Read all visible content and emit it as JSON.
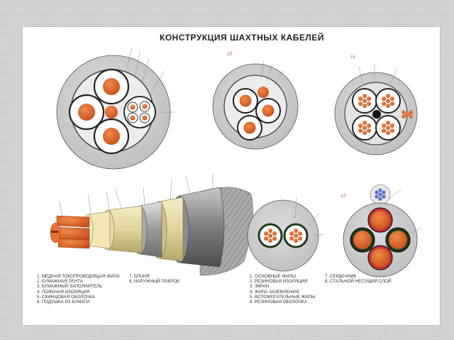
{
  "title": "КОНСТРУКЦИЯ  ШАХТНЫХ  КАБЕЛЕЙ",
  "figures": {
    "fig_b": "1б",
    "fig_g": "1г",
    "fig_v": "1в",
    "fig_d": "1д"
  },
  "legend_left_a": [
    "1. МЕДНАЯ ТОКОПРОВОДЯЩАЯ ЖИЛА",
    "2. БУМАЖНАЯ ЛЕНТА",
    "3. БУМАЖНЫЙ ЗАПОЛНИТЕЛЬ",
    "4. ПОЯСНАЯ ИЗОЛЯЦИЯ",
    "5. СВИНЦОВАЯ ОБОЛОЧКА",
    "6. ПОДУШКА ИЗ БУМАГИ"
  ],
  "legend_left_b": [
    "7. БРОНЯ",
    "8. НАРУЖНЫЙ ПОКРОВ"
  ],
  "legend_right_a": [
    "1. ОСНОВНЫЕ ЖИЛЫ",
    "2. РЕЗИНОВАЯ ИЗОЛЯЦИЯ",
    "3. ЭКРАН",
    "4. ЖИЛА ЗАЗЕМЛЕНИЯ",
    "5. ВСПОМОГАТЕЛЬНЫЕ ЖИЛЫ",
    "6. РЕЗИНОВАЯ ОБОЛОЧКА"
  ],
  "legend_right_b": [
    "7. СЕРДЕЧНИК",
    "8. СТАЛЬНОЙ НЕСУЩИЙ СЛОЙ"
  ],
  "colors": {
    "copper": "#d4622a",
    "sheath": "#cfcfcf",
    "insulation": "#ffffff",
    "outline": "#2a2a2a",
    "screen": "#1f3a1a",
    "steel_core": "#5a6fd0",
    "accent_red": "#cc3333"
  }
}
